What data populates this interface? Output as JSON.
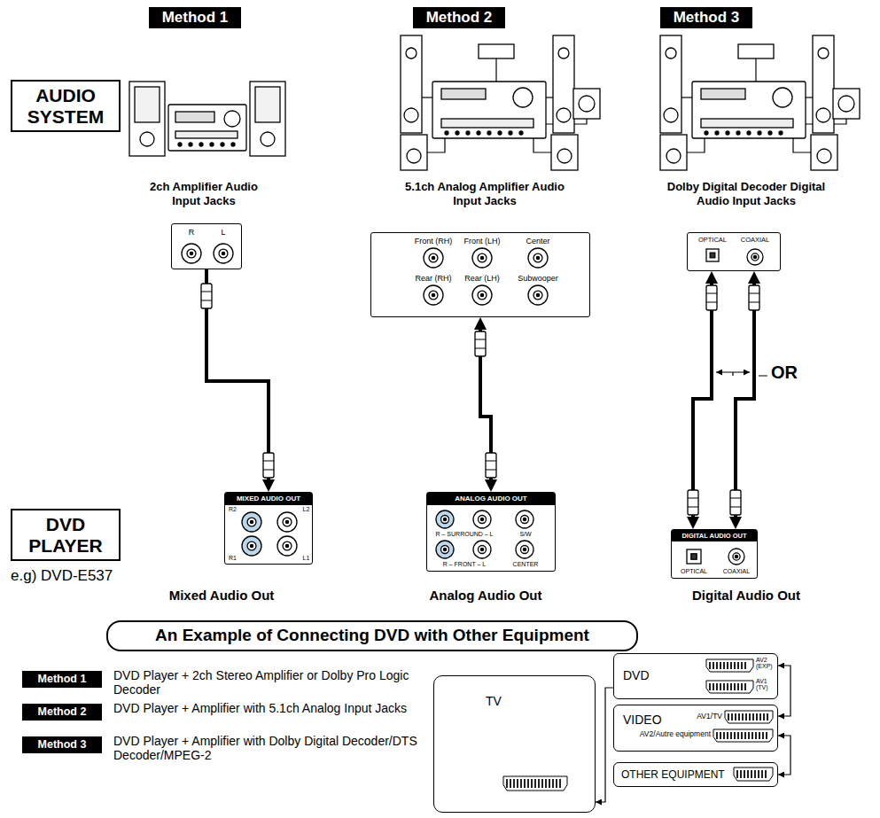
{
  "diagram": {
    "nodes": [
      {
        "text": [
          "Method 1"
        ]
      },
      {
        "text": [
          "Method 2"
        ]
      },
      {
        "text": [
          "Method 3"
        ]
      },
      {
        "text": [
          "AUDIO SYSTEM"
        ]
      },
      {
        "text": [
          "R",
          "L"
        ]
      },
      {
        "text": [
          "Front (RH)",
          "Front (LH)",
          "Center",
          "Rear (RH)",
          "Rear (LH)",
          "Subwooper"
        ]
      },
      {
        "text": [
          "OPTICAL",
          "COAXIAL"
        ]
      },
      {
        "text": [
          "DVD PLAYER"
        ]
      },
      {
        "text": [
          "MIXED AUDIO OUT",
          "R2",
          "L2",
          "R1",
          "L1"
        ]
      },
      {
        "text": [
          "ANALOG AUDIO OUT",
          "R – SURROUND – L",
          "S/W",
          "R – FRONT – L",
          "CENTER"
        ]
      },
      {
        "text": [
          "DIGITAL AUDIO OUT",
          "OPTICAL",
          "COAXIAL"
        ]
      },
      {
        "text": [
          "An Example of Connecting DVD with Other Equipment"
        ]
      },
      {
        "text": [
          "Method 1"
        ]
      },
      {
        "text": [
          "Method 2"
        ]
      },
      {
        "text": [
          "Method 3"
        ]
      },
      {
        "text": [
          "TV"
        ]
      },
      {
        "text": [
          "DVD"
        ]
      },
      {
        "text": [
          "VIDEO"
        ]
      },
      {
        "text": [
          "OTHER EQUIPMENT"
        ]
      }
    ],
    "edges": [
      {
        "from": 4,
        "to": 8,
        "arrow": "to"
      },
      {
        "from": 5,
        "to": 9,
        "arrow": "both"
      },
      {
        "from": 6,
        "to": 10,
        "arrow": "both"
      },
      {
        "from": 16,
        "to": 15,
        "arrow": "to"
      },
      {
        "from": 16,
        "to": 17,
        "arrow": "both"
      },
      {
        "from": 17,
        "to": 18,
        "arrow": "both"
      }
    ],
    "labels": [
      "2ch Amplifier Audio Input Jacks",
      "5.1ch Analog Amplifier Audio Input Jacks",
      "Dolby Digital Decoder Digital Audio Input Jacks",
      "OR",
      "e.g) DVD-E537",
      "Mixed Audio Out",
      "Analog Audio Out",
      "Digital Audio Out",
      "DVD Player + 2ch Stereo Amplifier or Dolby Pro Logic Decoder",
      "DVD Player + Amplifier with 5.1ch Analog Input Jacks",
      "DVD Player + Amplifier with Dolby Digital Decoder/DTS Decoder/MPEG-2",
      "AV2 (EXP)",
      "AV1 (TV)",
      "AV1/TV",
      "AV2/Autre equipment"
    ]
  }
}
